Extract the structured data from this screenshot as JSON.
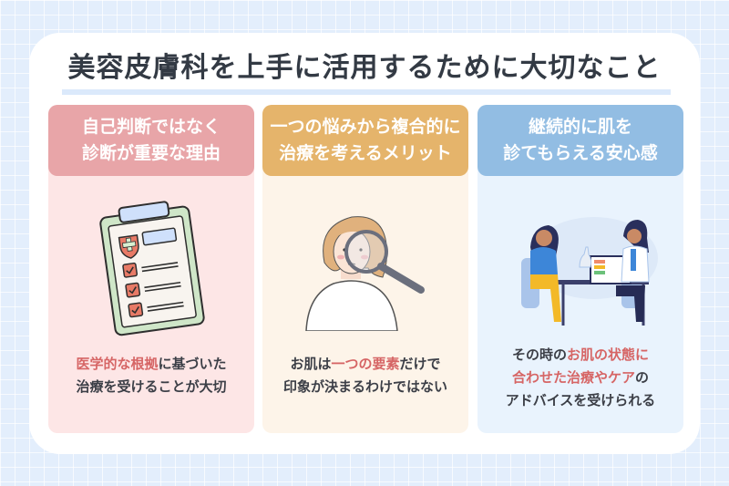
{
  "title": "美容皮膚科を上手に活用するために大切なこと",
  "colors": {
    "background": "#e3eefc",
    "card": "#ffffff",
    "title_text": "#333a44",
    "highlight": "#d66565",
    "body_text": "#3c3f47",
    "col1_header": "#e8a5a8",
    "col1_bg": "#fde6e6",
    "col2_header": "#e5b46b",
    "col2_bg": "#fdf4e9",
    "col3_header": "#92bde3",
    "col3_bg": "#e9f3fd"
  },
  "columns": [
    {
      "header_line1": "自己判断ではなく",
      "header_line2": "診断が重要な理由",
      "illustration": "clipboard-checklist-icon",
      "body": [
        [
          {
            "text": "医学的な根拠",
            "hl": true
          },
          {
            "text": "に基づいた",
            "hl": false
          }
        ],
        [
          {
            "text": "治療を受けることが大切",
            "hl": false
          }
        ]
      ]
    },
    {
      "header_line1": "一つの悩みから複合的に",
      "header_line2": "治療を考えるメリット",
      "illustration": "woman-magnifying-glass-icon",
      "body": [
        [
          {
            "text": "お肌は",
            "hl": false
          },
          {
            "text": "一つの要素",
            "hl": true
          },
          {
            "text": "だけで",
            "hl": false
          }
        ],
        [
          {
            "text": "印象が決まるわけではない",
            "hl": false
          }
        ]
      ]
    },
    {
      "header_line1": "継続的に肌を",
      "header_line2": "診てもらえる安心感",
      "illustration": "doctor-consultation-icon",
      "body": [
        [
          {
            "text": "その時の",
            "hl": false
          },
          {
            "text": "お肌の状態に",
            "hl": true
          }
        ],
        [
          {
            "text": "合わせた治療やケア",
            "hl": true
          },
          {
            "text": "の",
            "hl": false
          }
        ],
        [
          {
            "text": "アドバイスを受けられる",
            "hl": false
          }
        ]
      ]
    }
  ]
}
